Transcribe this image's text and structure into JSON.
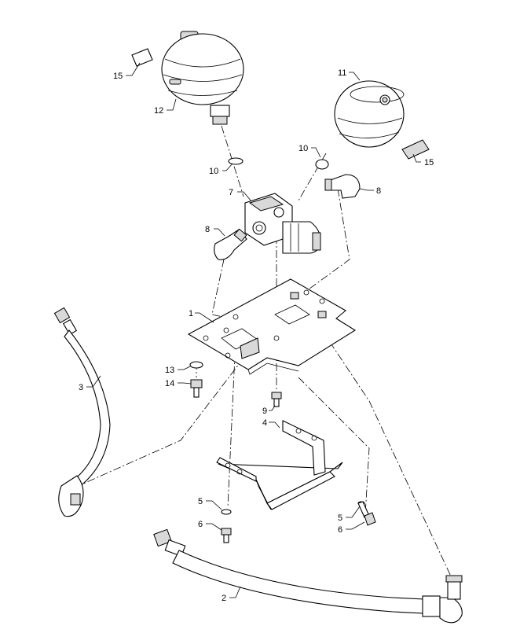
{
  "callouts": {
    "c1": "1",
    "c2": "2",
    "c3": "3",
    "c4": "4",
    "c5a": "5",
    "c5b": "5",
    "c6a": "6",
    "c6b": "6",
    "c7": "7",
    "c8a": "8",
    "c8b": "8",
    "c9": "9",
    "c10a": "10",
    "c10b": "10",
    "c11": "11",
    "c12": "12",
    "c13": "13",
    "c14": "14",
    "c15a": "15",
    "c15b": "15"
  },
  "colors": {
    "line": "#000000",
    "shading": "#d9d9d9",
    "background": "#ffffff"
  }
}
